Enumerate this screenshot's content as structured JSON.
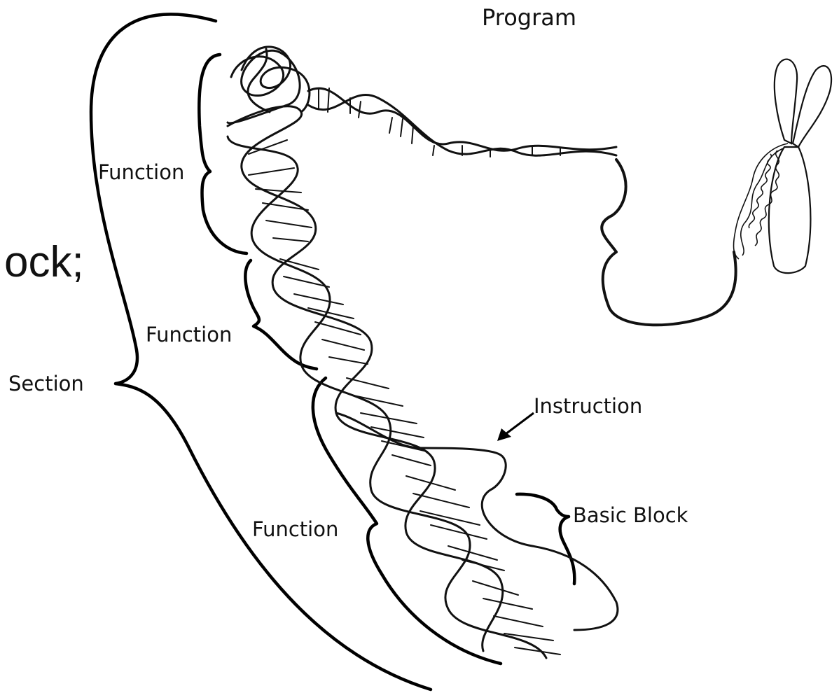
{
  "labels": {
    "program": "Program",
    "function_1": "Function",
    "function_2": "Function",
    "function_3": "Function",
    "section": "Section",
    "instruction": "Instruction",
    "basic_block": "Basic Block",
    "cropped_text": "ock;"
  },
  "colors": {
    "ink": "#111111",
    "background": "#ffffff"
  }
}
